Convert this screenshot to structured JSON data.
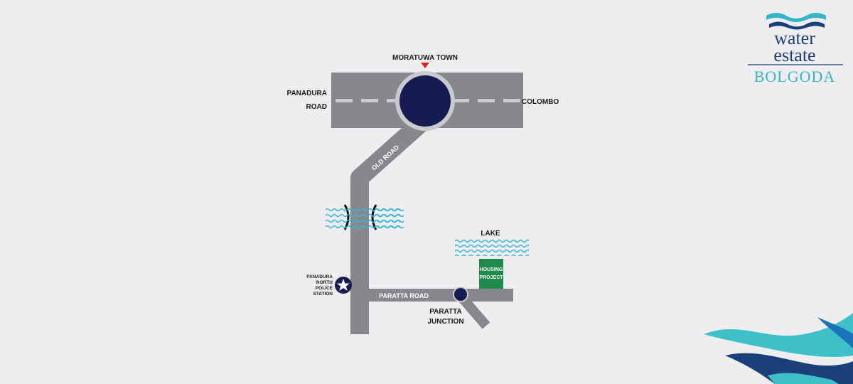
{
  "logo": {
    "line1": "water",
    "line2": "estate",
    "line3": "BOLGODA"
  },
  "map": {
    "moratuwa_town": "MORATUWA TOWN",
    "panadura_road_1": "PANADURA",
    "panadura_road_2": "ROAD",
    "colombo": "COLOMBO",
    "old_road": "OLD ROAD",
    "lake": "LAKE",
    "housing_1": "HOUSING",
    "housing_2": "PROJECT",
    "police_1": "PANADURA",
    "police_2": "NORTH",
    "police_3": "POLICE",
    "police_4": "STATION",
    "paratta_road": "PARATTA ROAD",
    "paratta_junction_1": "PARATTA",
    "paratta_junction_2": "JUNCTION"
  },
  "colors": {
    "road": "#87888c",
    "roundabout": "#161b52",
    "housing": "#1f8a4c",
    "water": "#35b6e3",
    "marker": "#e02020"
  }
}
